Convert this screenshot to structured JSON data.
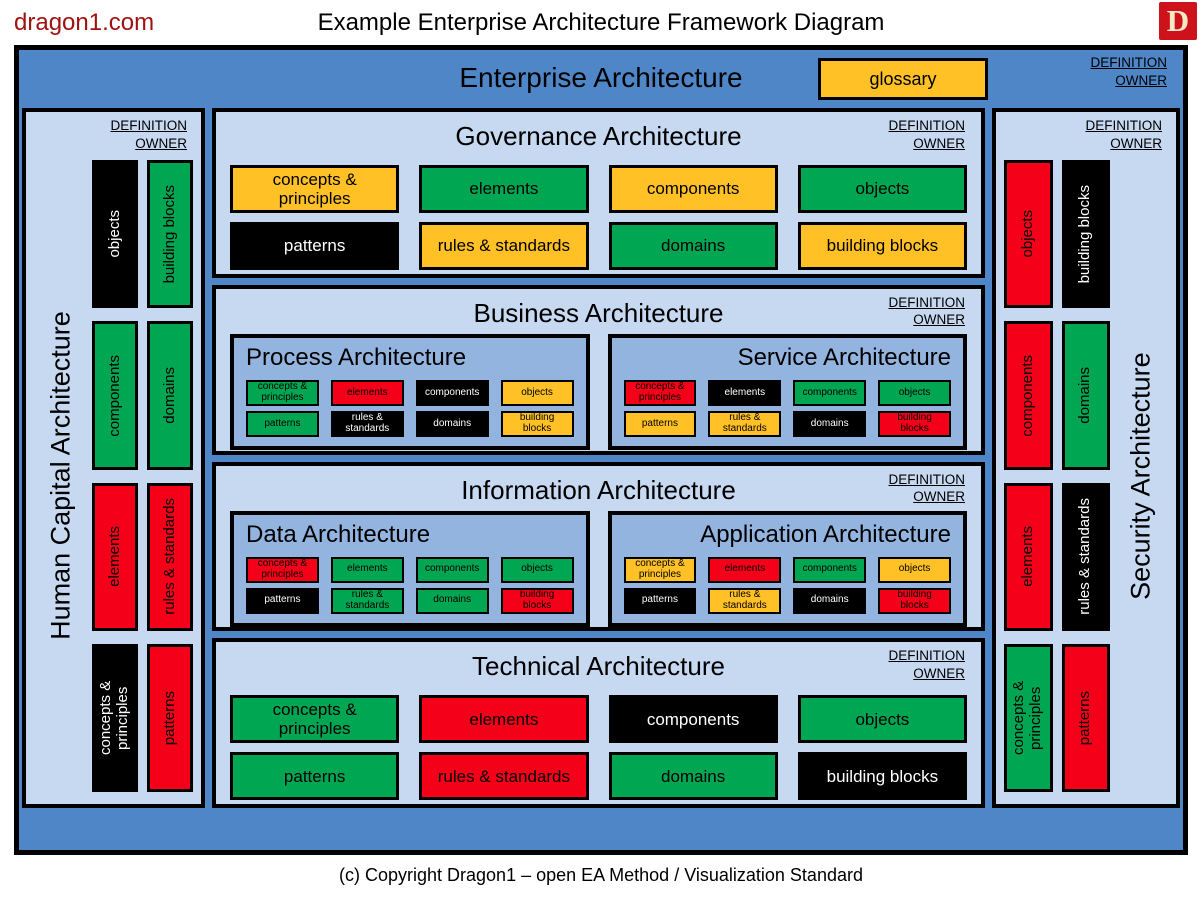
{
  "colors": {
    "frame_blue": "#4E86C7",
    "panel_blue": "#C6D9F1",
    "subpanel_blue": "#92B4DF",
    "green": "#00A651",
    "red": "#F40019",
    "orange": "#FFC125",
    "black": "#000000",
    "white": "#FFFFFF",
    "brand_red": "#A01212",
    "logo_red": "#CE121B",
    "logo_letter_color": "#F5E9C8"
  },
  "header": {
    "brand": "dragon1.com",
    "title": "Example Enterprise Architecture Framework Diagram",
    "logo_letter": "D"
  },
  "definition_owner": {
    "line1": "DEFINITION",
    "line2": "OWNER"
  },
  "enterprise": {
    "title": "Enterprise Architecture",
    "glossary": "glossary"
  },
  "sidebars": {
    "left": {
      "title": "Human Capital Architecture",
      "blocks": [
        {
          "label": "objects",
          "bg": "black",
          "fg": "white"
        },
        {
          "label": "building blocks",
          "bg": "green",
          "fg": "black"
        },
        {
          "label": "components",
          "bg": "green",
          "fg": "black"
        },
        {
          "label": "domains",
          "bg": "green",
          "fg": "black"
        },
        {
          "label": "elements",
          "bg": "red",
          "fg": "black"
        },
        {
          "label": "rules & standards",
          "bg": "red",
          "fg": "black"
        },
        {
          "label": "concepts & principles",
          "bg": "black",
          "fg": "white"
        },
        {
          "label": "patterns",
          "bg": "red",
          "fg": "black"
        }
      ]
    },
    "right": {
      "title": "Security Architecture",
      "blocks": [
        {
          "label": "objects",
          "bg": "red",
          "fg": "black"
        },
        {
          "label": "building blocks",
          "bg": "black",
          "fg": "white"
        },
        {
          "label": "components",
          "bg": "red",
          "fg": "black"
        },
        {
          "label": "domains",
          "bg": "green",
          "fg": "black"
        },
        {
          "label": "elements",
          "bg": "red",
          "fg": "black"
        },
        {
          "label": "rules & standards",
          "bg": "black",
          "fg": "white"
        },
        {
          "label": "concepts & principles",
          "bg": "green",
          "fg": "black"
        },
        {
          "label": "patterns",
          "bg": "red",
          "fg": "black"
        }
      ]
    }
  },
  "sections": {
    "governance": {
      "title": "Governance Architecture",
      "blocks": [
        {
          "label": "concepts & principles",
          "bg": "orange",
          "fg": "black"
        },
        {
          "label": "elements",
          "bg": "green",
          "fg": "black"
        },
        {
          "label": "components",
          "bg": "orange",
          "fg": "black"
        },
        {
          "label": "objects",
          "bg": "green",
          "fg": "black"
        },
        {
          "label": "patterns",
          "bg": "black",
          "fg": "white"
        },
        {
          "label": "rules & standards",
          "bg": "orange",
          "fg": "black"
        },
        {
          "label": "domains",
          "bg": "green",
          "fg": "black"
        },
        {
          "label": "building blocks",
          "bg": "orange",
          "fg": "black"
        }
      ]
    },
    "business": {
      "title": "Business Architecture",
      "process": {
        "title": "Process Architecture",
        "blocks": [
          {
            "label": "concepts & principles",
            "bg": "green",
            "fg": "black"
          },
          {
            "label": "elements",
            "bg": "red",
            "fg": "black"
          },
          {
            "label": "components",
            "bg": "black",
            "fg": "white"
          },
          {
            "label": "objects",
            "bg": "orange",
            "fg": "black"
          },
          {
            "label": "patterns",
            "bg": "green",
            "fg": "black"
          },
          {
            "label": "rules & standards",
            "bg": "black",
            "fg": "white"
          },
          {
            "label": "domains",
            "bg": "black",
            "fg": "white"
          },
          {
            "label": "building blocks",
            "bg": "orange",
            "fg": "black"
          }
        ]
      },
      "service": {
        "title": "Service Architecture",
        "blocks": [
          {
            "label": "concepts & principles",
            "bg": "red",
            "fg": "black"
          },
          {
            "label": "elements",
            "bg": "black",
            "fg": "white"
          },
          {
            "label": "components",
            "bg": "green",
            "fg": "black"
          },
          {
            "label": "objects",
            "bg": "green",
            "fg": "black"
          },
          {
            "label": "patterns",
            "bg": "orange",
            "fg": "black"
          },
          {
            "label": "rules & standards",
            "bg": "orange",
            "fg": "black"
          },
          {
            "label": "domains",
            "bg": "black",
            "fg": "white"
          },
          {
            "label": "building blocks",
            "bg": "red",
            "fg": "black"
          }
        ]
      }
    },
    "information": {
      "title": "Information Architecture",
      "data": {
        "title": "Data Architecture",
        "blocks": [
          {
            "label": "concepts & principles",
            "bg": "red",
            "fg": "black"
          },
          {
            "label": "elements",
            "bg": "green",
            "fg": "black"
          },
          {
            "label": "components",
            "bg": "green",
            "fg": "black"
          },
          {
            "label": "objects",
            "bg": "green",
            "fg": "black"
          },
          {
            "label": "patterns",
            "bg": "black",
            "fg": "white"
          },
          {
            "label": "rules & standards",
            "bg": "green",
            "fg": "black"
          },
          {
            "label": "domains",
            "bg": "green",
            "fg": "black"
          },
          {
            "label": "building blocks",
            "bg": "red",
            "fg": "black"
          }
        ]
      },
      "application": {
        "title": "Application Architecture",
        "blocks": [
          {
            "label": "concepts & principles",
            "bg": "orange",
            "fg": "black"
          },
          {
            "label": "elements",
            "bg": "red",
            "fg": "black"
          },
          {
            "label": "components",
            "bg": "green",
            "fg": "black"
          },
          {
            "label": "objects",
            "bg": "orange",
            "fg": "black"
          },
          {
            "label": "patterns",
            "bg": "black",
            "fg": "white"
          },
          {
            "label": "rules & standards",
            "bg": "orange",
            "fg": "black"
          },
          {
            "label": "domains",
            "bg": "black",
            "fg": "white"
          },
          {
            "label": "building blocks",
            "bg": "red",
            "fg": "black"
          }
        ]
      }
    },
    "technical": {
      "title": "Technical Architecture",
      "blocks": [
        {
          "label": "concepts & principles",
          "bg": "green",
          "fg": "black"
        },
        {
          "label": "elements",
          "bg": "red",
          "fg": "black"
        },
        {
          "label": "components",
          "bg": "black",
          "fg": "white"
        },
        {
          "label": "objects",
          "bg": "green",
          "fg": "black"
        },
        {
          "label": "patterns",
          "bg": "green",
          "fg": "black"
        },
        {
          "label": "rules & standards",
          "bg": "red",
          "fg": "black"
        },
        {
          "label": "domains",
          "bg": "green",
          "fg": "black"
        },
        {
          "label": "building blocks",
          "bg": "black",
          "fg": "white"
        }
      ]
    }
  },
  "footer": {
    "copyright": "(c) Copyright Dragon1 – open EA Method / Visualization Standard"
  }
}
